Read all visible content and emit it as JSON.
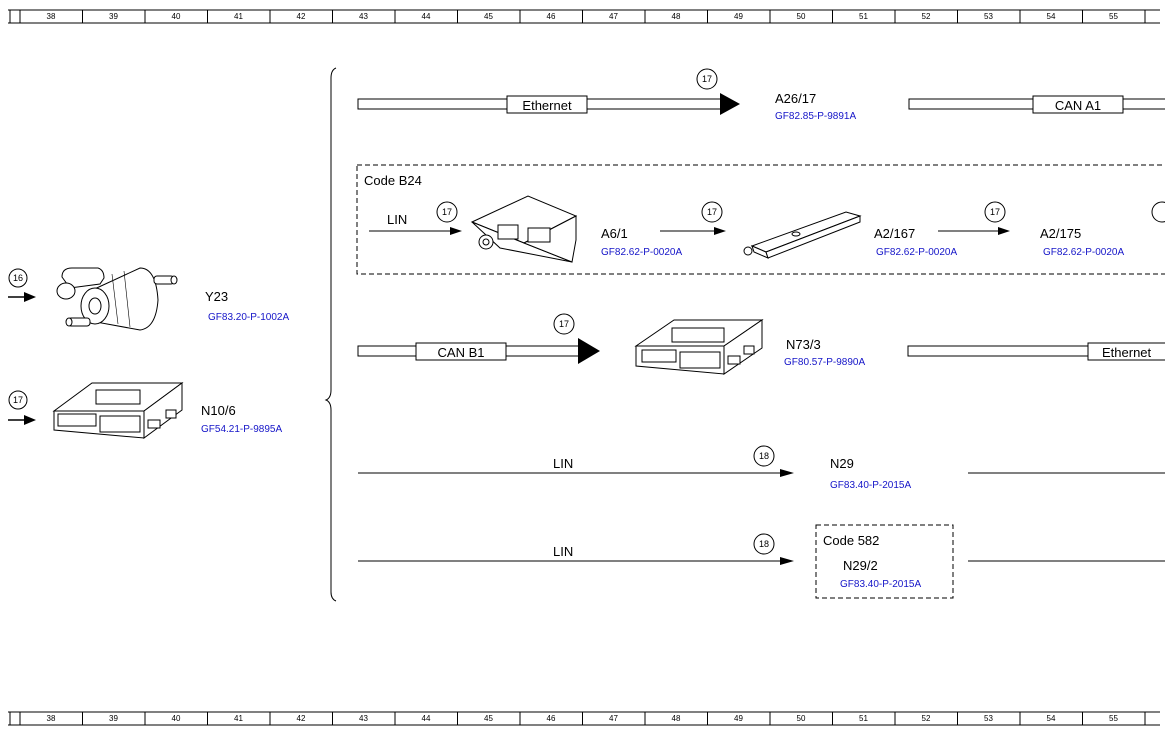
{
  "ruler": {
    "numbers": [
      "38",
      "39",
      "40",
      "41",
      "42",
      "43",
      "44",
      "45",
      "46",
      "47",
      "48",
      "49",
      "50",
      "51",
      "52",
      "53",
      "54",
      "55"
    ]
  },
  "components": {
    "y23": {
      "label": "Y23",
      "code": "GF83.20-P-1002A",
      "ref": "16"
    },
    "n10_6": {
      "label": "N10/6",
      "code": "GF54.21-P-9895A",
      "ref": "17"
    },
    "a26_17": {
      "label": "A26/17",
      "code": "GF82.85-P-9891A",
      "ref": "17"
    },
    "a6_1": {
      "label": "A6/1",
      "code": "GF82.62-P-0020A",
      "ref": "17"
    },
    "a2_167": {
      "label": "A2/167",
      "code": "GF82.62-P-0020A",
      "ref": "17"
    },
    "a2_175": {
      "label": "A2/175",
      "code": "GF82.62-P-0020A",
      "ref": "17"
    },
    "n73_3": {
      "label": "N73/3",
      "code": "GF80.57-P-9890A",
      "ref": "17"
    },
    "n29": {
      "label": "N29",
      "code": "GF83.40-P-2015A",
      "ref": "18"
    },
    "n29_2": {
      "label": "N29/2",
      "code": "GF83.40-P-2015A",
      "ref": "18"
    }
  },
  "buses": {
    "ethernet": "Ethernet",
    "can_a1": "CAN A1",
    "can_b1": "CAN B1",
    "lin": "LIN"
  },
  "codes": {
    "b24": "Code B24",
    "c582": "Code 582"
  }
}
